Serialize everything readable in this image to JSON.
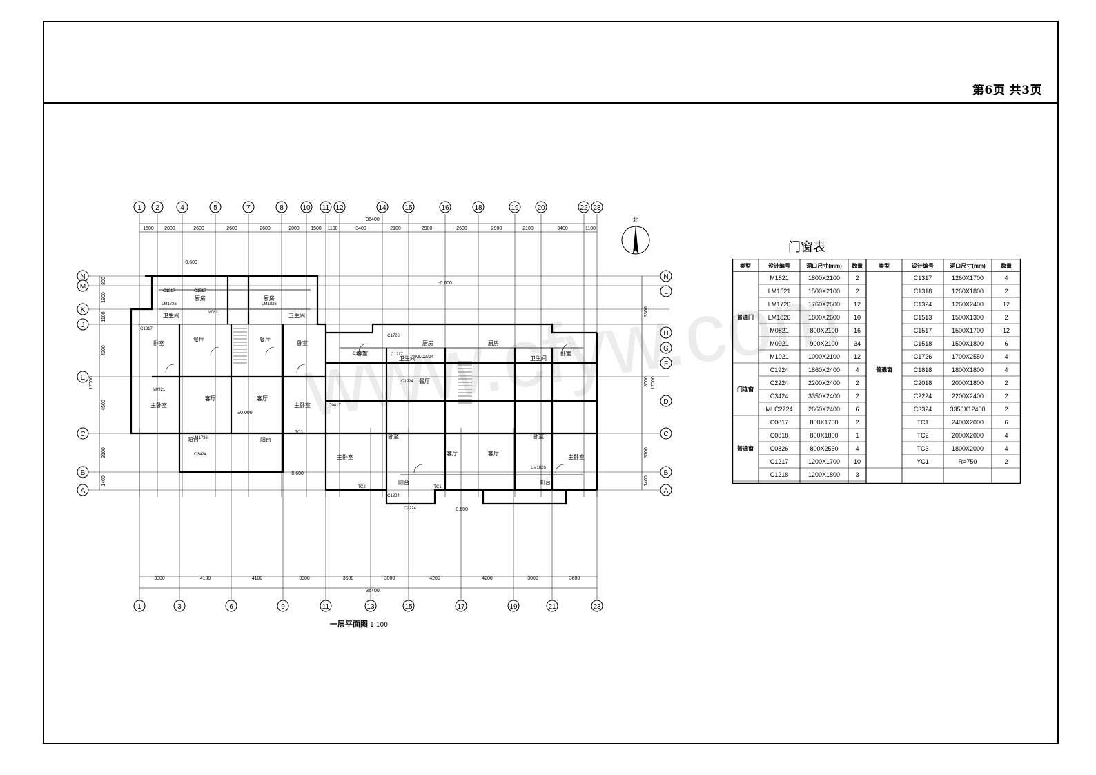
{
  "header": {
    "page_label": "第6页  共3页"
  },
  "plan": {
    "title": "一层平面图",
    "scale": "1:100",
    "total_dim_top": "36400",
    "total_dim_bottom": "36400",
    "top_axes": [
      "1",
      "2",
      "4",
      "5",
      "7",
      "8",
      "10",
      "11",
      "12",
      "14",
      "15",
      "16",
      "18",
      "19",
      "20",
      "22",
      "23"
    ],
    "bottom_axes": [
      "1",
      "3",
      "6",
      "9",
      "11",
      "13",
      "15",
      "17",
      "19",
      "21",
      "23"
    ],
    "left_axes": [
      "N",
      "M",
      "K",
      "J",
      "E",
      "C",
      "B",
      "A"
    ],
    "right_axes": [
      "N",
      "L",
      "H",
      "G",
      "F",
      "D",
      "C",
      "B",
      "A"
    ],
    "top_dims_row1": [
      "1500",
      "2000",
      "2600",
      "2600",
      "2600",
      "2000",
      "1500",
      "1100",
      "3400",
      "2100",
      "2900",
      "2600",
      "2900",
      "2100",
      "3400",
      "1100"
    ],
    "bottom_dims_row1": [
      "3300",
      "4100",
      "4100",
      "3300",
      "3600",
      "3000",
      "4200",
      "4200",
      "3000",
      "3600"
    ],
    "left_dims": [
      "800",
      "1900",
      "1100",
      "4200",
      "4500",
      "3100",
      "1400"
    ],
    "right_dims_outer": [
      "3300",
      "3000",
      "3100",
      "1400"
    ],
    "right_dims_outer_total": "17000",
    "left_dims_total": "17000",
    "rooms": [
      {
        "label": "卧室"
      },
      {
        "label": "餐厅"
      },
      {
        "label": "餐厅"
      },
      {
        "label": "卧室"
      },
      {
        "label": "主卧室"
      },
      {
        "label": "客厅"
      },
      {
        "label": "客厅"
      },
      {
        "label": "主卧室"
      },
      {
        "label": "厨房"
      },
      {
        "label": "厨房"
      },
      {
        "label": "卫生间"
      },
      {
        "label": "卫生间"
      },
      {
        "label": "卧室"
      },
      {
        "label": "卧室"
      },
      {
        "label": "餐厅"
      },
      {
        "label": "厨房"
      },
      {
        "label": "厨房"
      },
      {
        "label": "卫生间"
      },
      {
        "label": "卫生间"
      },
      {
        "label": "主卧室"
      },
      {
        "label": "主卧室"
      },
      {
        "label": "卧室"
      },
      {
        "label": "卧室"
      },
      {
        "label": "客厅"
      },
      {
        "label": "客厅"
      },
      {
        "label": "阳台"
      },
      {
        "label": "阳台"
      },
      {
        "label": "阳台"
      },
      {
        "label": "阳台"
      }
    ],
    "openings": [
      "C1317",
      "C1517",
      "C1217",
      "LM1726",
      "LM1826",
      "M0921",
      "M0821",
      "C3424",
      "LM1726",
      "C1517",
      "C1726",
      "C1217",
      "MLC2724",
      "C1924",
      "C0817",
      "C2224",
      "C1324",
      "LM1826",
      "TC1",
      "TC2",
      "TC3"
    ],
    "elevations": [
      "-0.600",
      "±0.000",
      "-0.600",
      "-0.600",
      "-0.600"
    ]
  },
  "door_window_table": {
    "title": "门窗表",
    "headers": [
      "类型",
      "设计编号",
      "洞口尺寸(mm)",
      "数量",
      "类型",
      "设计编号",
      "洞口尺寸(mm)",
      "数量"
    ],
    "left_groups": [
      {
        "type": "普通门",
        "rows": [
          [
            "M1821",
            "1800X2100",
            "2"
          ],
          [
            "LM1521",
            "1500X2100",
            "2"
          ],
          [
            "LM1726",
            "1760X2600",
            "12"
          ],
          [
            "LM1826",
            "1800X2600",
            "10"
          ],
          [
            "M0821",
            "800X2100",
            "16"
          ],
          [
            "M0921",
            "900X2100",
            "34"
          ],
          [
            "M1021",
            "1000X2100",
            "12"
          ]
        ]
      },
      {
        "type": "门连窗",
        "rows": [
          [
            "C1924",
            "1860X2400",
            "4"
          ],
          [
            "C2224",
            "2200X2400",
            "2"
          ],
          [
            "C3424",
            "3350X2400",
            "2"
          ],
          [
            "MLC2724",
            "2660X2400",
            "6"
          ]
        ]
      },
      {
        "type": "普通窗",
        "rows": [
          [
            "C0817",
            "800X1700",
            "2"
          ],
          [
            "C0818",
            "800X1800",
            "1"
          ],
          [
            "C0826",
            "800X2550",
            "4"
          ],
          [
            "C1217",
            "1200X1700",
            "10"
          ],
          [
            "C1218",
            "1200X1800",
            "3"
          ]
        ]
      }
    ],
    "right_groups": [
      {
        "type": "普通窗",
        "rows": [
          [
            "C1317",
            "1260X1700",
            "4"
          ],
          [
            "C1318",
            "1260X1800",
            "2"
          ],
          [
            "C1324",
            "1260X2400",
            "12"
          ],
          [
            "C1513",
            "1500X1300",
            "2"
          ],
          [
            "C1517",
            "1500X1700",
            "12"
          ],
          [
            "C1518",
            "1500X1800",
            "6"
          ],
          [
            "C1726",
            "1700X2550",
            "4"
          ],
          [
            "C1818",
            "1800X1800",
            "4"
          ],
          [
            "C2018",
            "2000X1800",
            "2"
          ],
          [
            "C2224",
            "2200X2400",
            "2"
          ],
          [
            "C3324",
            "3350X12400",
            "2"
          ],
          [
            "TC1",
            "2400X2000",
            "6"
          ],
          [
            "TC2",
            "2000X2000",
            "4"
          ],
          [
            "TC3",
            "1800X2000",
            "4"
          ],
          [
            "YC1",
            "R=750",
            "2"
          ]
        ]
      }
    ]
  },
  "north_label": "北",
  "watermark": "www.cfyw.com",
  "colors": {
    "line": "#000000",
    "background": "#ffffff",
    "watermark": "#999999"
  }
}
